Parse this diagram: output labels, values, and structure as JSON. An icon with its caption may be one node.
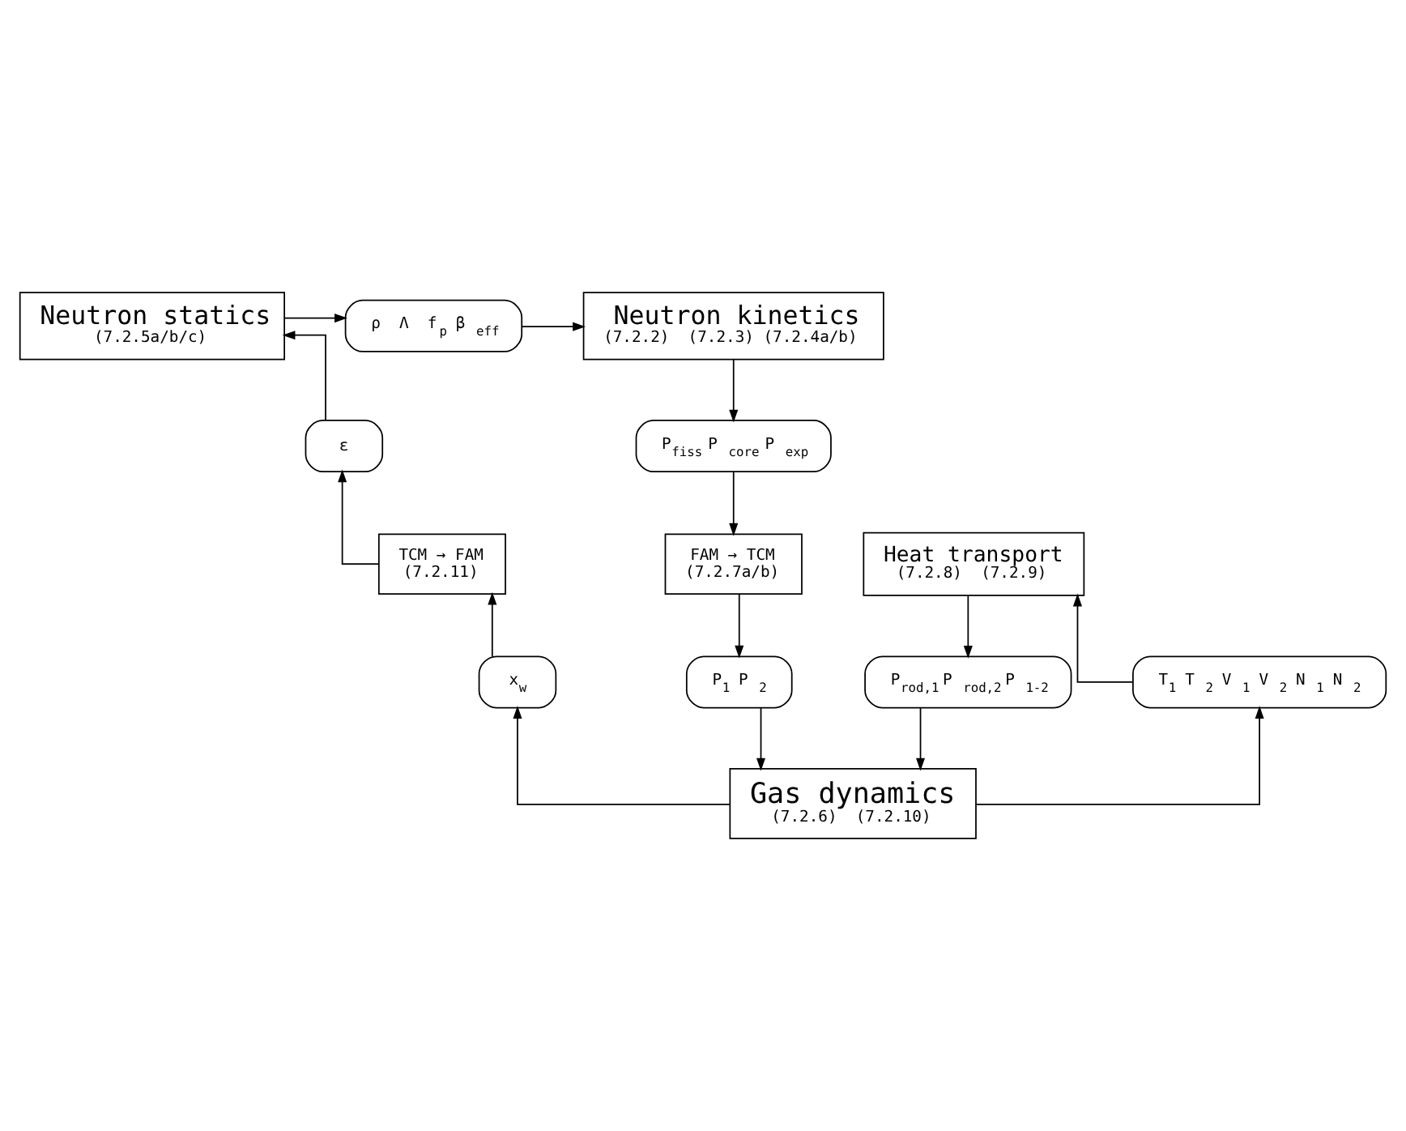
{
  "diagram": {
    "nodes": [
      {
        "text": [
          "Neutron statics",
          "(7.2.5a/b/c)"
        ]
      },
      {
        "text": [
          "ρ  Λ  f$_{p}$  β$_{eff}$"
        ]
      },
      {
        "text": [
          "Neutron kinetics",
          "(7.2.2)  (7.2.3) (7.2.4a/b)"
        ]
      },
      {
        "text": [
          "P$_{fiss}$  P$_{core}$  P$_{exp}$"
        ]
      },
      {
        "text": [
          "FAM → TCM",
          "(7.2.7a/b)"
        ]
      },
      {
        "text": [
          "P$_{1}$  P$_{2}$"
        ]
      },
      {
        "text": [
          "Gas dynamics",
          "(7.2.6)  (7.2.10)"
        ]
      },
      {
        "text": [
          "P$_{rod,1}$  P$_{rod,2}$  P$_{1-2}$"
        ]
      },
      {
        "text": [
          "Heat transport",
          "(7.2.8)  (7.2.9)"
        ]
      },
      {
        "text": [
          "T$_{1}$  T$_{2}$  V$_{1}$  V$_{2}$  N$_{1}$  N$_{2}$"
        ]
      },
      {
        "text": [
          "x$_{w}$"
        ]
      },
      {
        "text": [
          "TCM → FAM",
          "(7.2.11)"
        ]
      },
      {
        "text": [
          "ε"
        ]
      }
    ],
    "edges": [
      {
        "from": 0,
        "to": 1,
        "arrow": "to"
      },
      {
        "from": 1,
        "to": 2,
        "arrow": "to"
      },
      {
        "from": 2,
        "to": 3,
        "arrow": "to"
      },
      {
        "from": 3,
        "to": 4,
        "arrow": "to"
      },
      {
        "from": 4,
        "to": 5,
        "arrow": "to"
      },
      {
        "from": 5,
        "to": 6,
        "arrow": "to"
      },
      {
        "from": 6,
        "to": 9,
        "arrow": "to"
      },
      {
        "from": 9,
        "to": 8,
        "arrow": "to"
      },
      {
        "from": 8,
        "to": 7,
        "arrow": "to"
      },
      {
        "from": 7,
        "to": 6,
        "arrow": "to"
      },
      {
        "from": 6,
        "to": 10,
        "arrow": "to"
      },
      {
        "from": 10,
        "to": 11,
        "arrow": "to"
      },
      {
        "from": 11,
        "to": 12,
        "arrow": "to"
      },
      {
        "from": 12,
        "to": 0,
        "arrow": "to"
      }
    ]
  }
}
